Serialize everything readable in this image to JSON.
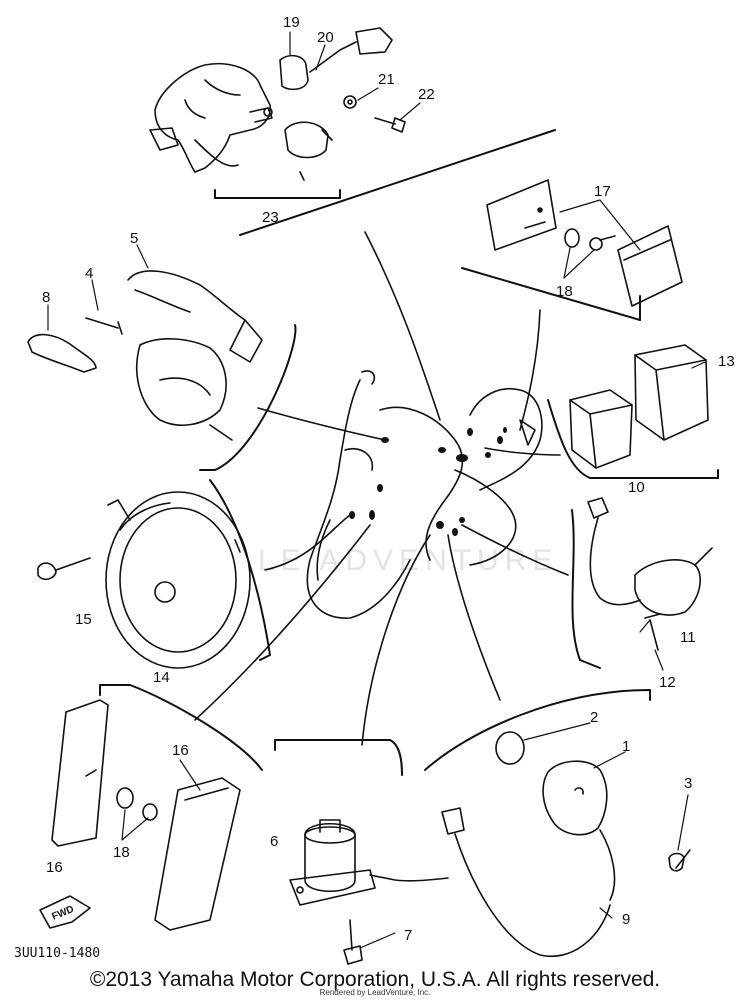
{
  "diagram": {
    "callouts": [
      "19",
      "20",
      "21",
      "22",
      "23",
      "5",
      "4",
      "8",
      "17",
      "18",
      "13",
      "10",
      "15",
      "14",
      "11",
      "12",
      "2",
      "1",
      "3",
      "16",
      "16",
      "18",
      "6",
      "7",
      "9"
    ],
    "diagram_code": "3UU110-1480",
    "fwd_label": "FWD",
    "watermark": "LE ADVENTURE"
  },
  "footer": {
    "copyright": "©2013 Yamaha Motor Corporation, U.S.A. All rights reserved.",
    "rendered_by": "Rendered by LeadVenture, Inc."
  }
}
